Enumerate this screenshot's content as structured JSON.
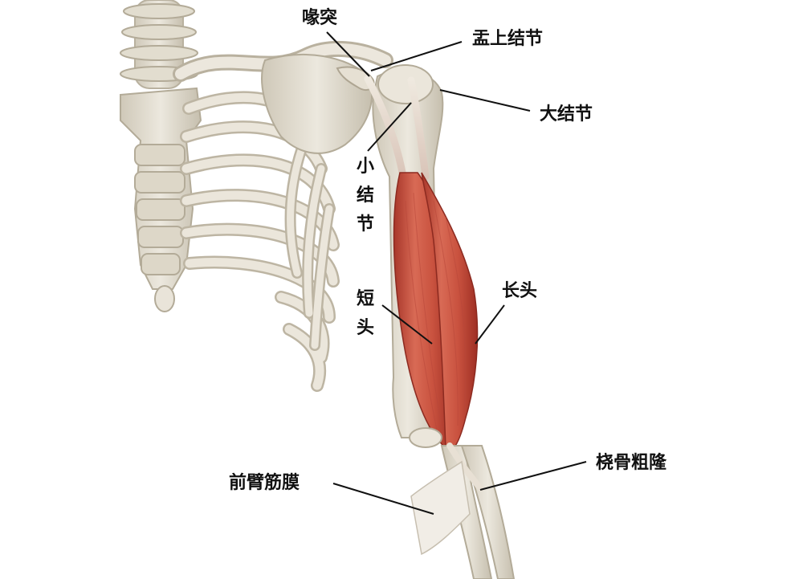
{
  "labels": {
    "coracoid": "喙突",
    "supraglenoid_tubercle": "盂上结节",
    "greater_tubercle": "大结节",
    "lesser_tubercle": "小结节",
    "short_head": "短头",
    "long_head": "长头",
    "radial_tuberosity": "桡骨粗隆",
    "bicipital_aponeurosis": "前臂筋膜"
  },
  "colors": {
    "bone": "#e7e2d6",
    "bone_shadow": "#c9c2b2",
    "muscle": "#c9523f",
    "muscle_dark": "#9e2f24",
    "leader_line": "#111111"
  }
}
